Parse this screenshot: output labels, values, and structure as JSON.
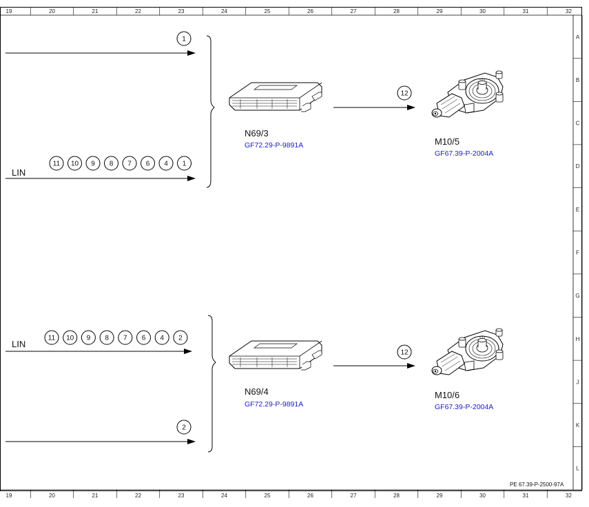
{
  "grid": {
    "columns": [
      "19",
      "20",
      "21",
      "22",
      "23",
      "24",
      "25",
      "26",
      "27",
      "28",
      "29",
      "30",
      "31",
      "32"
    ],
    "rows": [
      "A",
      "B",
      "C",
      "D",
      "E",
      "F",
      "G",
      "H",
      "J",
      "K",
      "L"
    ]
  },
  "upper": {
    "arrow_top_circles": [
      "1"
    ],
    "lin_label": "LIN",
    "lin_circles": [
      "11",
      "10",
      "9",
      "8",
      "7",
      "6",
      "4",
      "1"
    ],
    "module_code": "N69/3",
    "module_ref": "GF72.29-P-9891A",
    "link_circle": "12",
    "motor_code": "M10/5",
    "motor_ref": "GF67.39-P-2004A"
  },
  "lower": {
    "lin_label": "LIN",
    "lin_circles": [
      "11",
      "10",
      "9",
      "8",
      "7",
      "6",
      "4",
      "2"
    ],
    "arrow_bottom_circles": [
      "2"
    ],
    "module_code": "N69/4",
    "module_ref": "GF72.29-P-9891A",
    "link_circle": "12",
    "motor_code": "M10/6",
    "motor_ref": "GF67.39-P-2004A"
  },
  "footer_ref": "PE 67.39-P-2500-97A"
}
